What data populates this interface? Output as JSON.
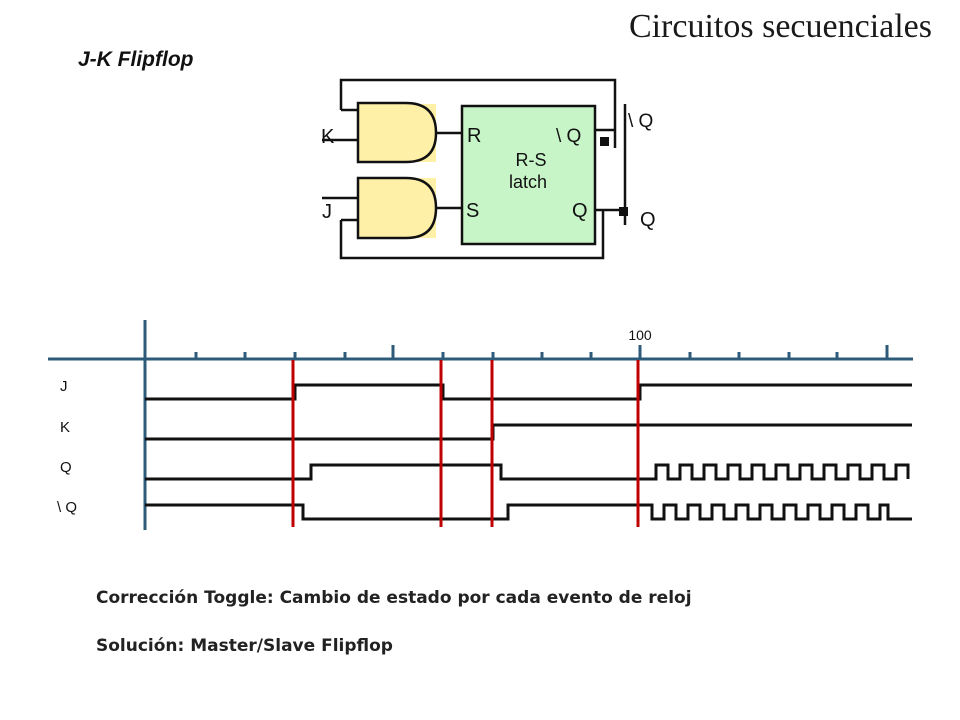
{
  "slide": {
    "title": "Circuitos secuenciales",
    "subtitle": "J-K Flipflop",
    "note_1": "Corrección Toggle: Cambio de estado por cada evento de reloj",
    "note_2": "Solución: Master/Slave Flipflop"
  },
  "circuit": {
    "input_k": "K",
    "input_j": "J",
    "latch_r": "R",
    "latch_s": "S",
    "latch_qbar": "\\ Q",
    "latch_q": "Q",
    "latch_name_1": "R-S",
    "latch_name_2": "latch",
    "output_qbar": "\\ Q",
    "output_q": "Q"
  },
  "timing": {
    "tick_label": "100",
    "signals": {
      "j": "J",
      "k": "K",
      "q": "Q",
      "qbar": "\\ Q"
    }
  },
  "colors": {
    "gate_fill": "#fff0a8",
    "latch_fill": "#c8f5c8",
    "marker": "#c00000",
    "axis": "#2e5b7a"
  }
}
